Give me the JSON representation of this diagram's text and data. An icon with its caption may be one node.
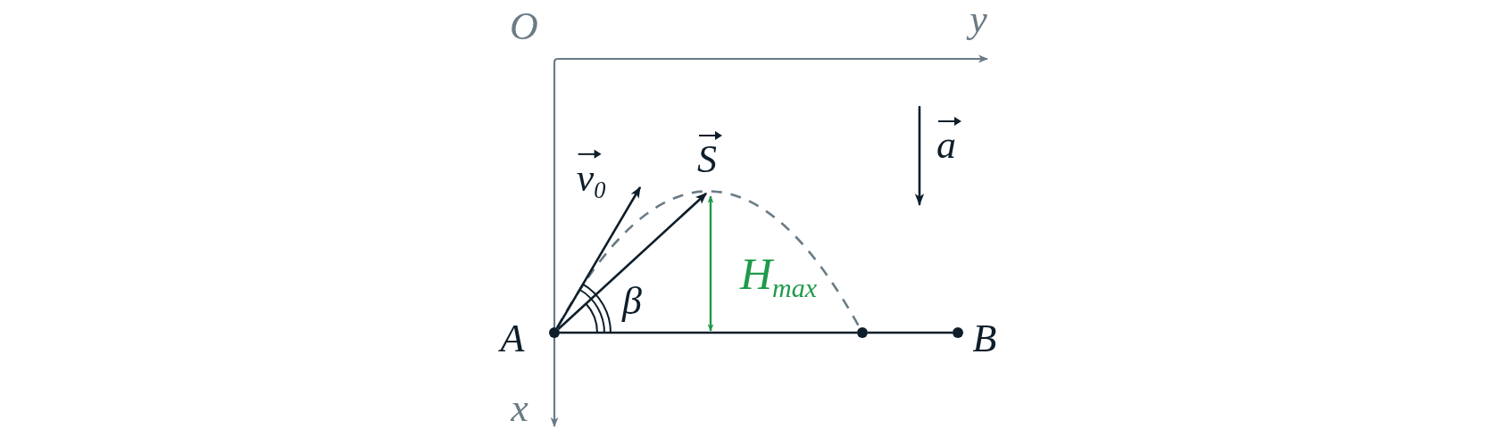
{
  "diagram": {
    "nodes": [
      {
        "text": [],
        "shape": "circle",
        "beside": [
          "A"
        ]
      },
      {
        "text": [],
        "shape": "circle",
        "beside": [
          "B"
        ]
      },
      {
        "text": [],
        "shape": "circle"
      }
    ],
    "edges": [
      {
        "from": 0,
        "to": 2,
        "arrow": "none"
      },
      {
        "from": 2,
        "to": 1,
        "arrow": "none"
      },
      {
        "from": 0,
        "to": 2,
        "arrow": "none",
        "style": "dashed",
        "color": "#6b7b85"
      },
      {
        "from": 0,
        "to": null,
        "arrow": "to",
        "label": "v$_{0}$"
      },
      {
        "from": 0,
        "to": null,
        "arrow": "to",
        "label": "S"
      }
    ],
    "labels": [
      "O",
      "y",
      "a",
      "H$_{max}$",
      "β",
      "x"
    ]
  }
}
